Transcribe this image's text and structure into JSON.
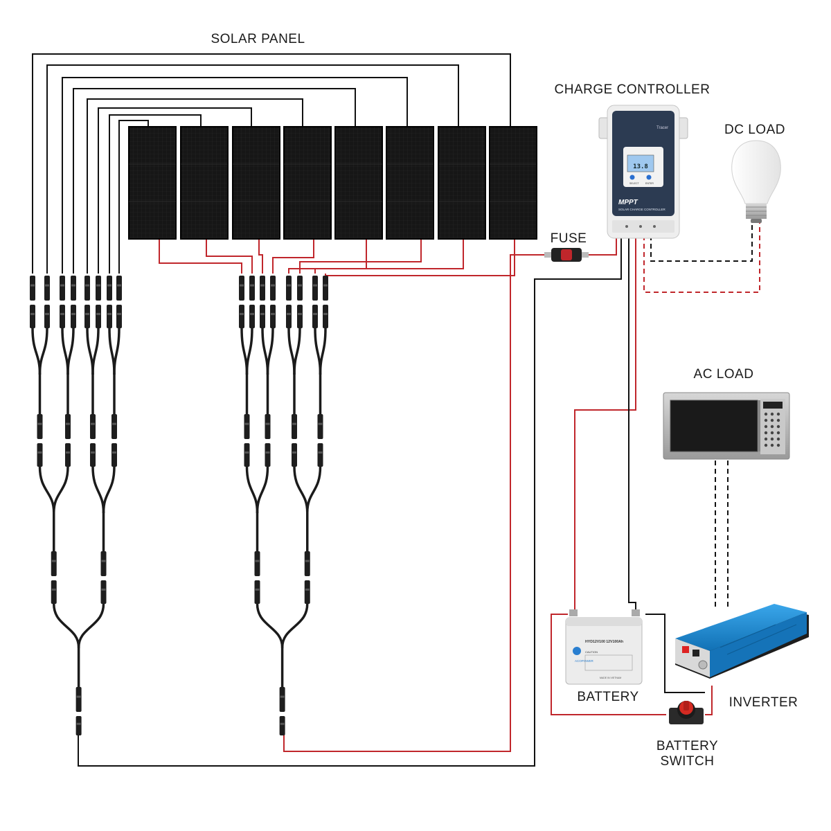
{
  "labels": {
    "solar_panel": "SOLAR PANEL",
    "charge_controller": "CHARGE CONTROLLER",
    "dc_load": "DC LOAD",
    "fuse": "FUSE",
    "ac_load": "AC LOAD",
    "battery": "BATTERY",
    "inverter": "INVERTER",
    "battery_switch_line1": "BATTERY",
    "battery_switch_line2": "SWITCH"
  },
  "controller": {
    "brand": "Tracer",
    "model_line": "MPPT",
    "subtitle": "SOLAR CHARGE CONTROLLER",
    "display_value": "13.8",
    "button_left": "SELECT",
    "button_right": "ENTER"
  },
  "battery_face": {
    "brand": "ACOPOWER",
    "model": "HYD12V100 12V100Ah",
    "origin": "MADE IN VIETNAM",
    "caution": "CAUTION"
  },
  "colors": {
    "positive_wire": "#c0262b",
    "negative_wire": "#111111",
    "panel": "#141414",
    "controller_body": "#2c3b52",
    "inverter_body": "#1e8fd6"
  },
  "panel_count": 8
}
